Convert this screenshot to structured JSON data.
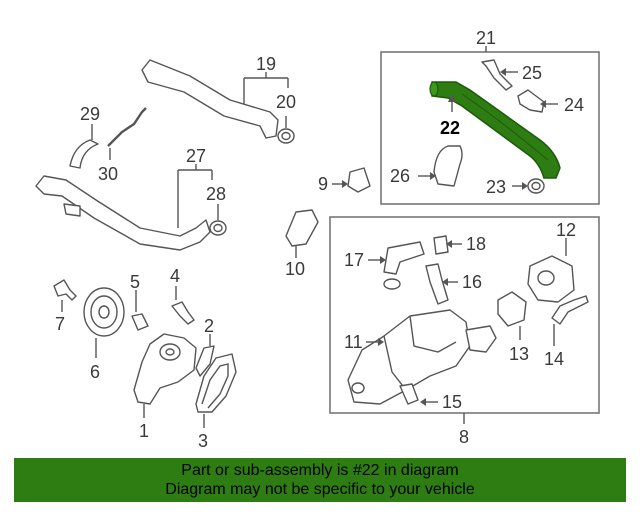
{
  "callouts": {
    "c1": "1",
    "c2": "2",
    "c3": "3",
    "c4": "4",
    "c5": "5",
    "c6": "6",
    "c7": "7",
    "c8": "8",
    "c9": "9",
    "c10": "10",
    "c11": "11",
    "c12": "12",
    "c13": "13",
    "c14": "14",
    "c15": "15",
    "c16": "16",
    "c17": "17",
    "c18": "18",
    "c19": "19",
    "c20": "20",
    "c21": "21",
    "c22": "22",
    "c23": "23",
    "c24": "24",
    "c25": "25",
    "c26": "26",
    "c27": "27",
    "c28": "28",
    "c29": "29",
    "c30": "30"
  },
  "highlight_part": "22",
  "colors": {
    "highlight": "#2d7d12",
    "banner": "#2d7d12",
    "line": "#555555"
  },
  "banner": {
    "line1": "Part or sub-assembly is #22 in diagram",
    "line2": "Diagram may not be specific to your vehicle"
  }
}
